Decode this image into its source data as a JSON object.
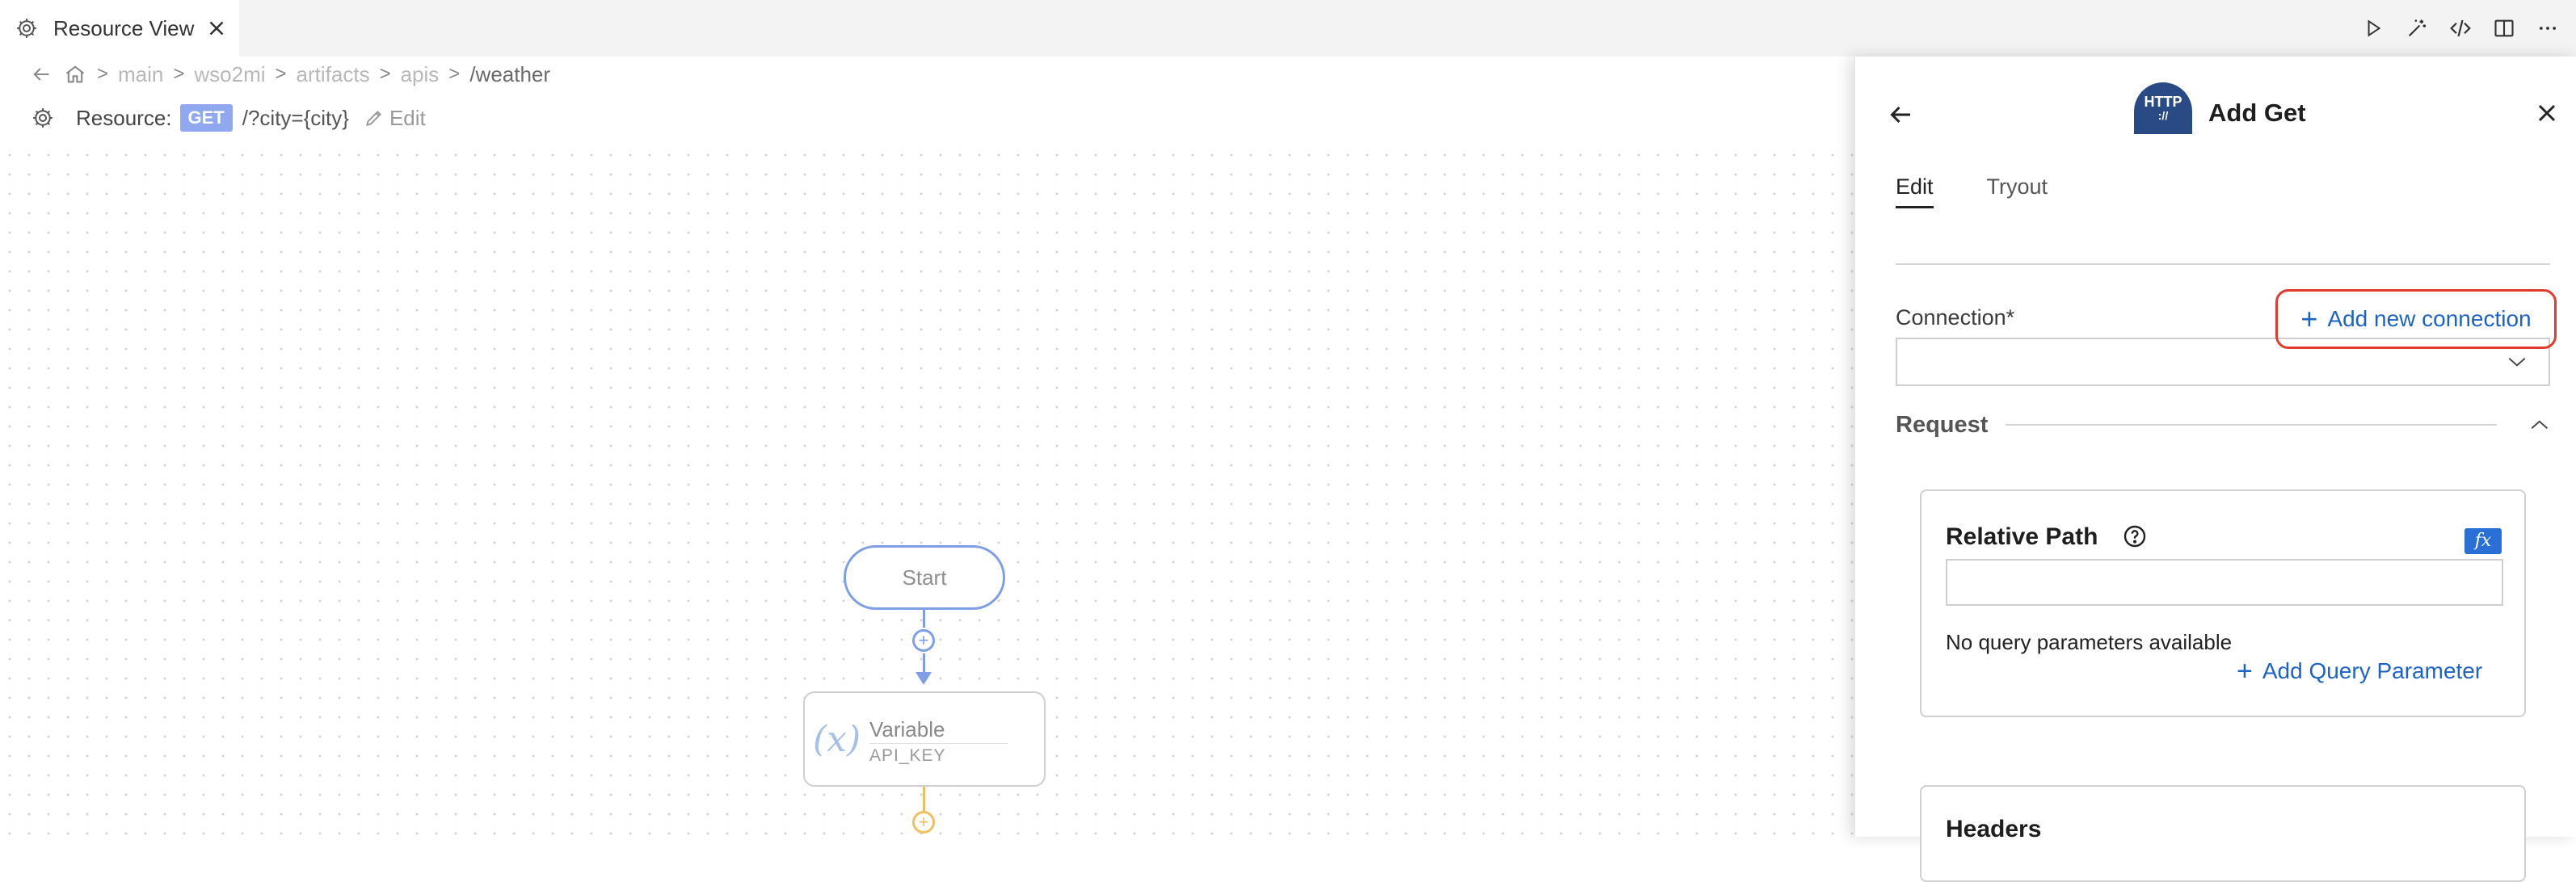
{
  "tab": {
    "title": "Resource View"
  },
  "breadcrumb": {
    "items": [
      "main",
      "wso2mi",
      "artifacts",
      "apis"
    ],
    "current": "/weather"
  },
  "resource": {
    "label": "Resource:",
    "method": "GET",
    "path": "/?city={city}",
    "edit_label": "Edit"
  },
  "canvas": {
    "start_label": "Start",
    "variable_node": {
      "title": "Variable",
      "subtitle": "API_KEY"
    }
  },
  "panel": {
    "title": "Add Get",
    "logo_text": "HTTP",
    "logo_sub": "://",
    "tabs": [
      {
        "label": "Edit",
        "active": true
      },
      {
        "label": "Tryout",
        "active": false
      }
    ],
    "connection": {
      "label": "Connection*",
      "add_label": "Add new connection",
      "value": ""
    },
    "request": {
      "title": "Request",
      "relative_path": {
        "title": "Relative Path",
        "fx_label": "fx",
        "value": ""
      },
      "no_params_text": "No query parameters available",
      "add_param_label": "Add Query Parameter"
    },
    "headers": {
      "title": "Headers"
    }
  },
  "colors": {
    "accent": "#1d63c6",
    "highlight": "#e23b2e",
    "method_badge": "#8fa8f0",
    "node_border": "#7f9ee6"
  }
}
